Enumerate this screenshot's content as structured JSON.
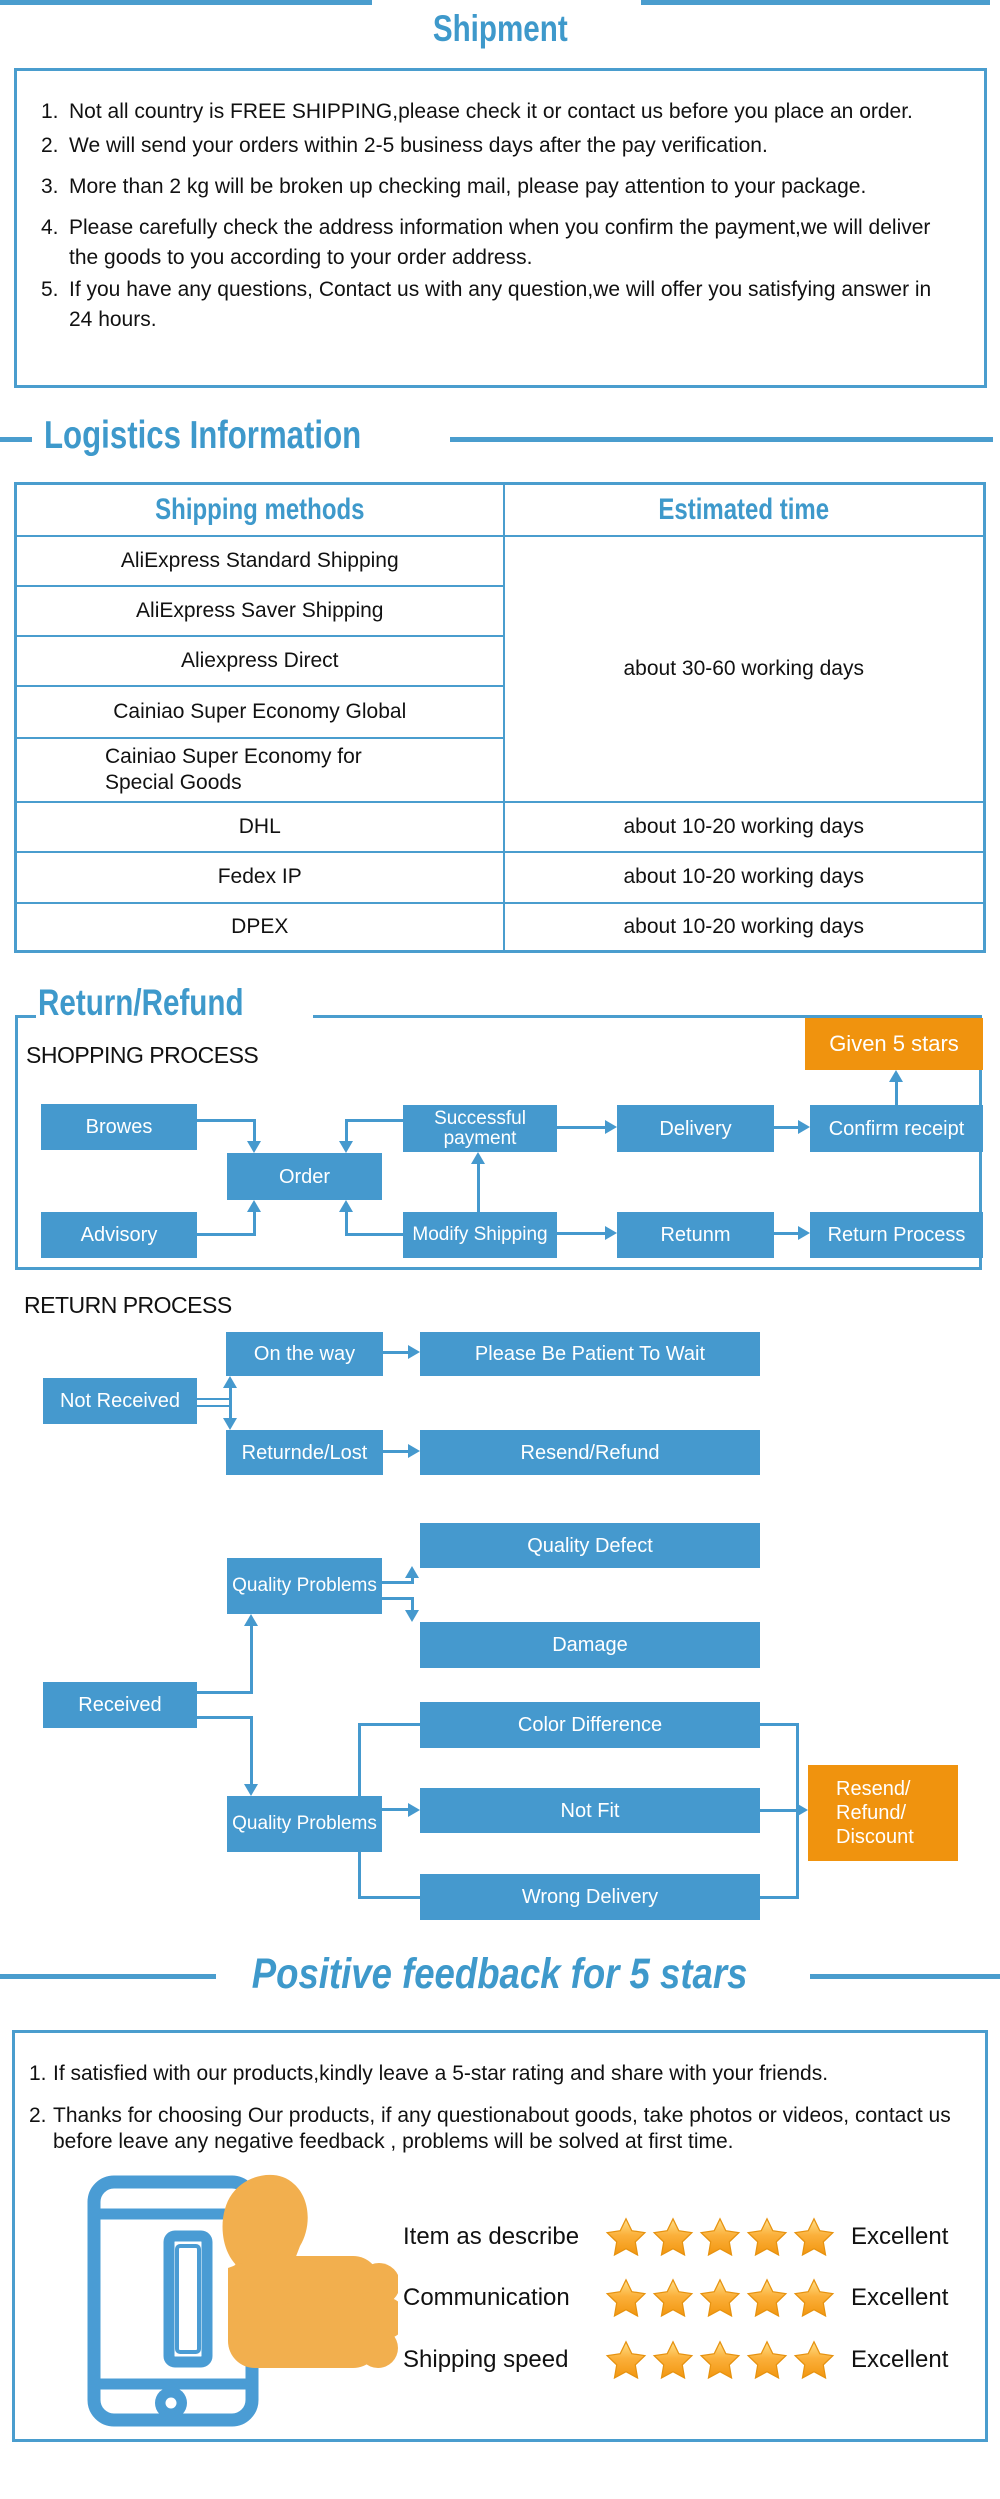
{
  "colors": {
    "blue": "#4599CE",
    "blue_border": "#4A9DCE",
    "title_blue": "#3E99CB",
    "orange": "#F0930E",
    "thumb_orange": "#F2AF4E",
    "star_gold": "#F7A021"
  },
  "shipment": {
    "title": "Shipment",
    "items": [
      {
        "num": "1.",
        "text": "Not all country is FREE SHIPPING,please check it or contact us before you place an order."
      },
      {
        "num": "2.",
        "text": "We will send your orders within 2-5 business days after the pay verification."
      },
      {
        "num": "3.",
        "text": "More than 2 kg will be broken up checking mail, please pay attention to your package."
      },
      {
        "num": "4.",
        "text": "Please carefully check the address information when you confirm the payment,we will deliver the goods to you according to your order address."
      },
      {
        "num": "5.",
        "text": "If you have any questions, Contact us with any question,we will offer you satisfying answer in 24 hours."
      }
    ]
  },
  "logistics": {
    "title": "Logistics  Information",
    "headers": {
      "methods": "Shipping  methods",
      "time": "Estimated  time"
    },
    "group": {
      "methods": [
        "AliExpress Standard Shipping",
        "AliExpress Saver Shipping",
        "Aliexpress Direct",
        "Cainiao Super Economy Global",
        "Cainiao Super Economy for Special Goods"
      ],
      "time": "about 30-60 working days"
    },
    "rows": [
      {
        "method": "DHL",
        "time": "about 10-20 working days"
      },
      {
        "method": "Fedex IP",
        "time": "about 10-20 working days"
      },
      {
        "method": "DPEX",
        "time": "about 10-20 working days"
      }
    ]
  },
  "returns": {
    "title": "Return/Refund",
    "shopping_label": "SHOPPING PROCESS",
    "return_label": "RETURN PROCESS",
    "shopping": {
      "browes": "Browes",
      "order": "Order",
      "advisory": "Advisory",
      "successful_payment": "Successful payment",
      "modify_shipping": "Modify Shipping",
      "delivery": "Delivery",
      "retunm": "Retunm",
      "confirm_receipt": "Confirm receipt",
      "return_process": "Return Process",
      "given_stars": "Given 5 stars"
    },
    "not_received": {
      "label": "Not Received",
      "on_the_way": "On the way",
      "patient": "Please Be Patient To Wait",
      "returned_lost": "Returnde/Lost",
      "resend_refund": "Resend/Refund"
    },
    "received": {
      "label": "Received",
      "quality_problems_top": "Quality Problems",
      "quality_defect": "Quality Defect",
      "damage": "Damage",
      "quality_problems_bottom": "Quality Problems",
      "color_difference": "Color Difference",
      "not_fit": "Not Fit",
      "wrong_delivery": "Wrong Delivery",
      "resend_lines": [
        "Resend/",
        "Refund/",
        "Discount"
      ]
    }
  },
  "feedback": {
    "title": "Positive feedback for 5 stars",
    "items": [
      {
        "num": "1.",
        "text": "If satisfied with our products,kindly leave a 5-star rating and share with your friends."
      },
      {
        "num": "2.",
        "text": "Thanks for choosing Our products, if any questionabout goods, take photos or videos, contact us before leave any negative feedback , problems will be solved at first time."
      }
    ],
    "ratings": [
      {
        "label": "Item as describe",
        "stars": 5,
        "grade": "Excellent"
      },
      {
        "label": "Communication",
        "stars": 5,
        "grade": "Excellent"
      },
      {
        "label": "Shipping speed",
        "stars": 5,
        "grade": "Excellent"
      }
    ]
  }
}
